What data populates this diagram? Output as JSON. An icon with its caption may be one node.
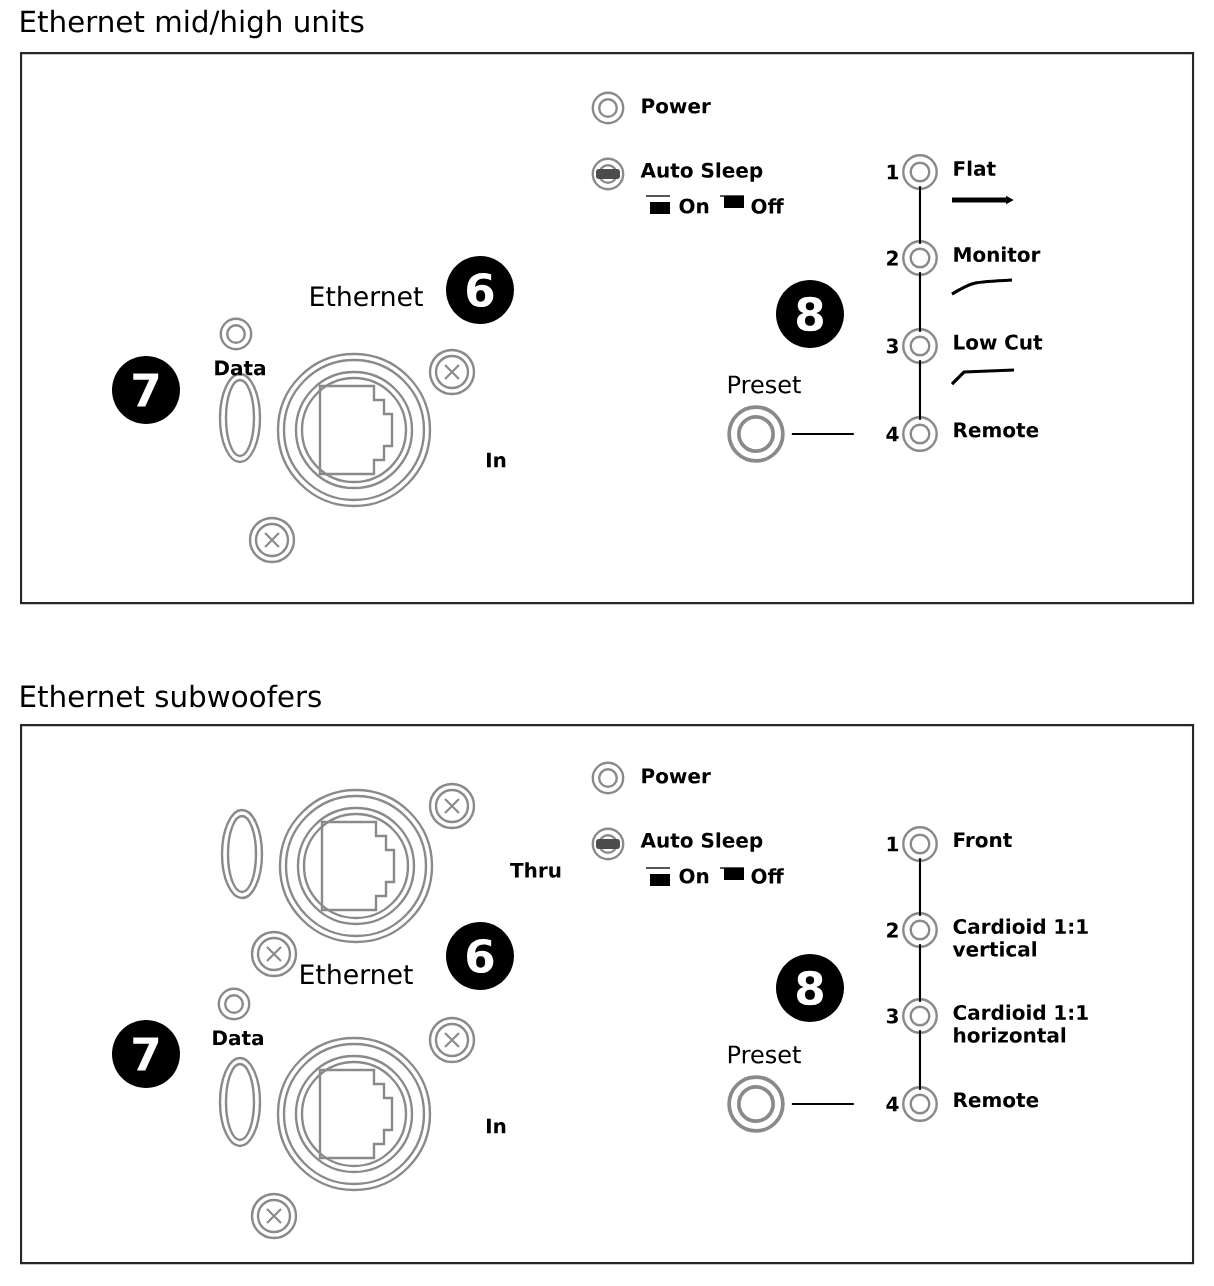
{
  "diagram": {
    "nodes": [
      {
        "text": [
          "Ethernet mid/high units"
        ]
      },
      {
        "text": [],
        "shape": "circle",
        "in": 0,
        "beside": [
          "Power"
        ]
      },
      {
        "text": [],
        "shape": "circle",
        "in": 0,
        "beside": [
          "Auto Sleep"
        ]
      },
      {
        "text": [],
        "shape": "circle",
        "in": 0,
        "beside": [
          "1",
          "Flat"
        ]
      },
      {
        "text": [],
        "shape": "circle",
        "in": 0,
        "beside": [
          "2",
          "Monitor"
        ]
      },
      {
        "text": [],
        "shape": "circle",
        "in": 0,
        "beside": [
          "Data"
        ]
      },
      {
        "text": [],
        "shape": "circle",
        "in": 0,
        "beside": [
          "3",
          "Low Cut"
        ]
      },
      {
        "text": [],
        "shape": "circle",
        "in": 0,
        "beside": [
          "4",
          "Remote"
        ]
      },
      {
        "text": [],
        "shape": "circle",
        "in": 0,
        "beside": [
          "Preset"
        ]
      },
      {
        "text": [
          "Ethernet subwoofers"
        ]
      },
      {
        "text": [],
        "shape": "circle",
        "in": 9,
        "beside": [
          "Power"
        ]
      },
      {
        "text": [],
        "shape": "circle",
        "in": 9,
        "beside": [
          "Auto Sleep"
        ]
      },
      {
        "text": [],
        "shape": "circle",
        "in": 9,
        "beside": [
          "1",
          "Front"
        ]
      },
      {
        "text": [],
        "shape": "circle",
        "in": 9,
        "beside": [
          "2",
          "Cardioid 1:1 vertical"
        ]
      },
      {
        "text": [],
        "shape": "circle",
        "in": 9,
        "beside": [
          "Data"
        ]
      },
      {
        "text": [],
        "shape": "circle",
        "in": 9,
        "beside": [
          "3",
          "Cardioid 1:1 horizontal"
        ]
      },
      {
        "text": [],
        "shape": "circle",
        "in": 9,
        "beside": [
          "4",
          "Remote"
        ]
      },
      {
        "text": [],
        "shape": "circle",
        "in": 9,
        "beside": [
          "Preset"
        ]
      }
    ],
    "edges": [
      {
        "from": 3,
        "to": 4,
        "arrow": "none"
      },
      {
        "from": 4,
        "to": 6,
        "arrow": "none"
      },
      {
        "from": 6,
        "to": 7,
        "arrow": "none"
      },
      {
        "from": 8,
        "to": 7,
        "arrow": "none"
      },
      {
        "from": 12,
        "to": 13,
        "arrow": "none"
      },
      {
        "from": 13,
        "to": 15,
        "arrow": "none"
      },
      {
        "from": 15,
        "to": 16,
        "arrow": "none"
      },
      {
        "from": 17,
        "to": 16,
        "arrow": "none"
      }
    ],
    "labels": [
      "On",
      "Off",
      "6",
      "8",
      "Ethernet",
      "7",
      "In",
      "On",
      "Off",
      "Thru",
      "6",
      "8",
      "Ethernet",
      "7",
      "In"
    ]
  }
}
